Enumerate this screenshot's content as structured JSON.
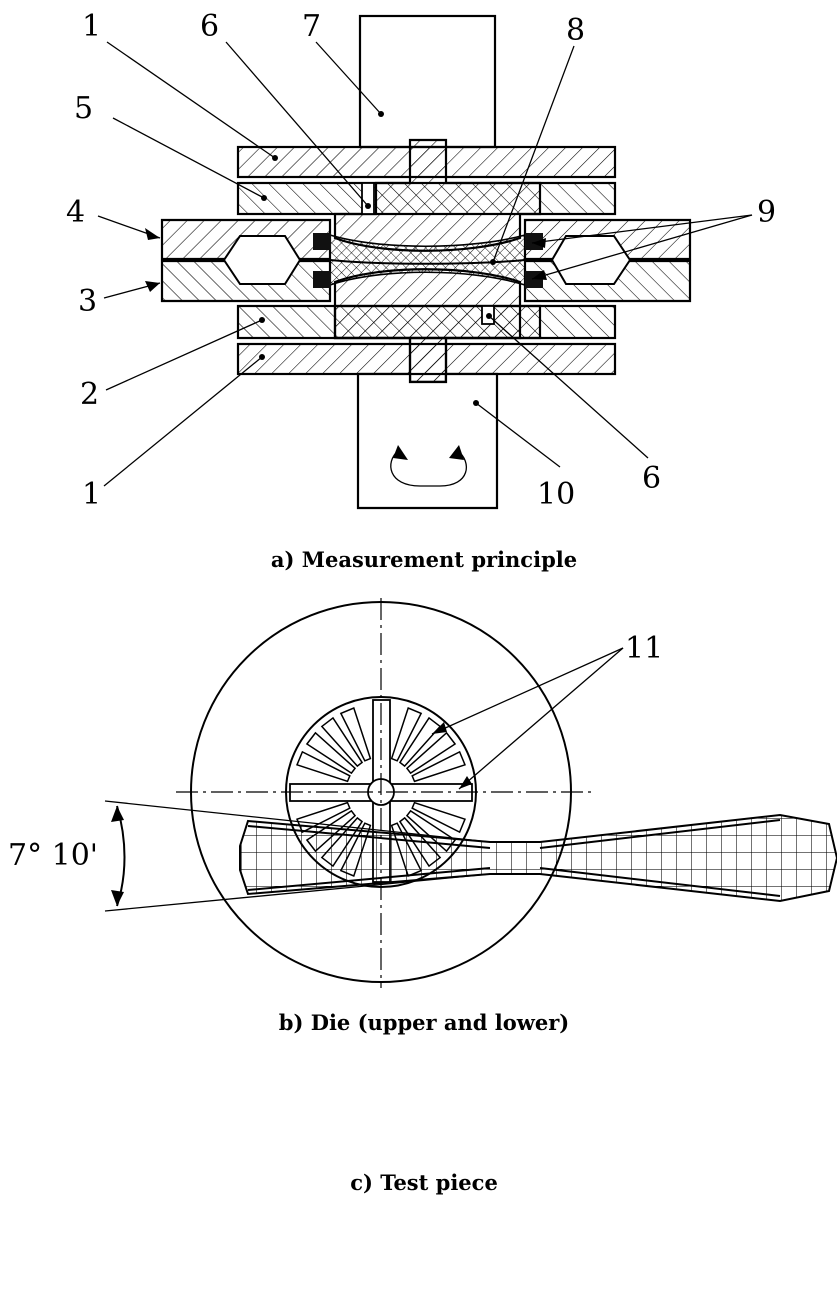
{
  "callouts": {
    "c1_top": "1",
    "c6_top": "6",
    "c7": "7",
    "c8": "8",
    "c5": "5",
    "c4": "4",
    "c9": "9",
    "c3": "3",
    "c2": "2",
    "c1_bottom": "1",
    "c10": "10",
    "c6_bottom": "6",
    "c11": "11"
  },
  "captions": {
    "a": "a) Measurement principle",
    "b": "b) Die (upper and lower)",
    "c": "c) Test piece"
  },
  "angle_label": "7° 10'"
}
